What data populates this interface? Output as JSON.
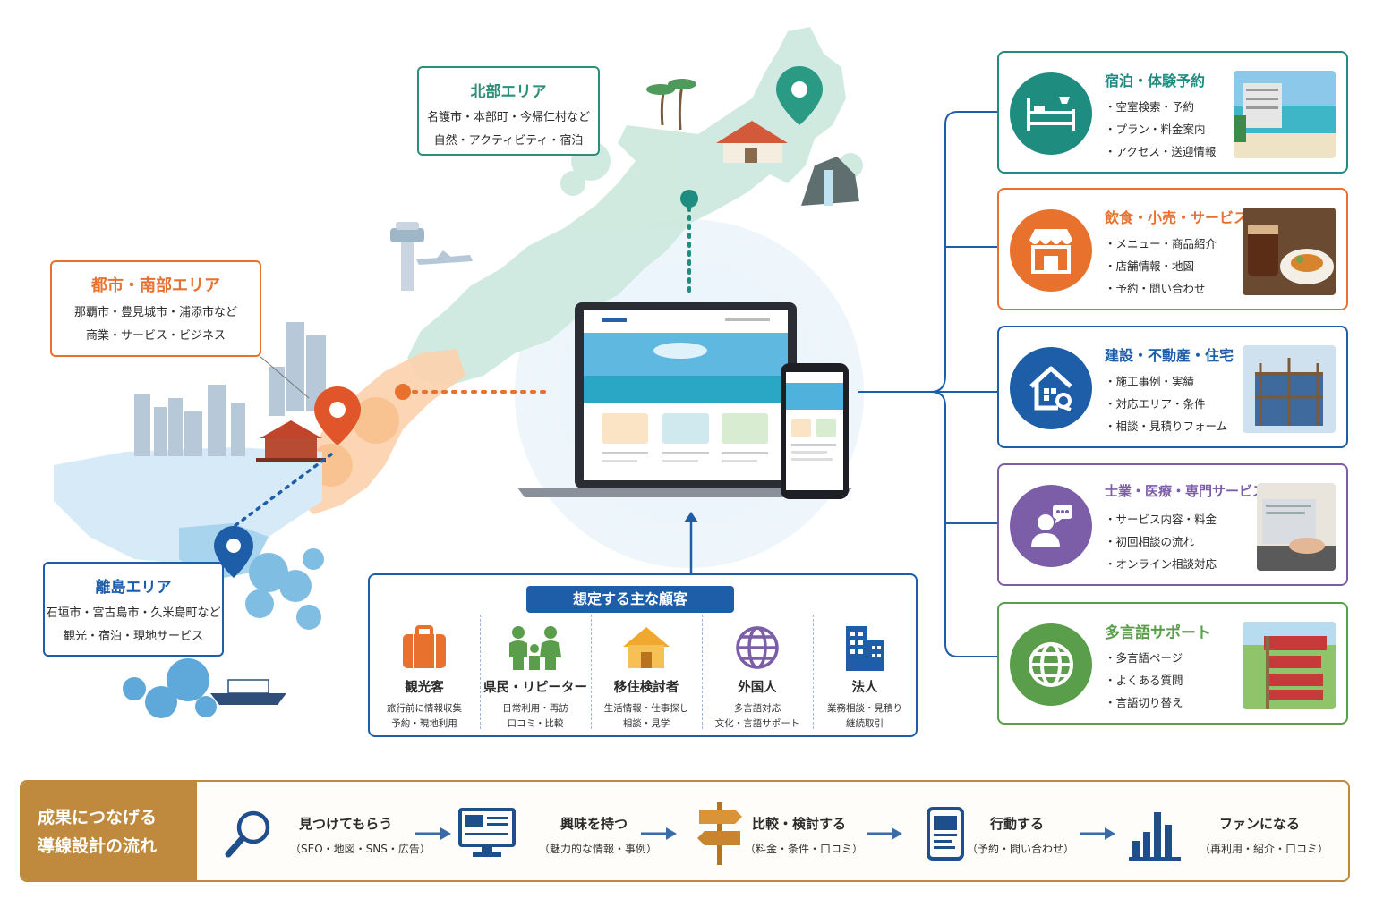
{
  "areas": {
    "north": {
      "title": "北部エリア",
      "line1": "名護市・本部町・今帰仁村など",
      "line2": "自然・アクティビティ・宿泊",
      "color": "#2b8f7a"
    },
    "south": {
      "title": "都市・南部エリア",
      "line1": "那覇市・豊見城市・浦添市など",
      "line2": "商業・サービス・ビジネス",
      "color": "#e8712e"
    },
    "islands": {
      "title": "離島エリア",
      "line1": "石垣市・宮古島市・久米島町など",
      "line2": "観光・宿泊・現地サービス",
      "color": "#1e5ea8"
    }
  },
  "services": [
    {
      "title": "宿泊・体験予約",
      "items": [
        "空室検索・予約",
        "プラン・料金案内",
        "アクセス・送迎情報"
      ],
      "color": "#1f8c80",
      "icon": "bed-icon"
    },
    {
      "title": "飲食・小売・サービス",
      "items": [
        "メニュー・商品紹介",
        "店舗情報・地図",
        "予約・問い合わせ"
      ],
      "color": "#e8712e",
      "icon": "shop-icon"
    },
    {
      "title": "建設・不動産・住宅",
      "items": [
        "施工事例・実績",
        "対応エリア・条件",
        "相談・見積りフォーム"
      ],
      "color": "#1e5ea8",
      "icon": "house-key-icon"
    },
    {
      "title": "士業・医療・専門サービス",
      "items": [
        "サービス内容・料金",
        "初回相談の流れ",
        "オンライン相談対応"
      ],
      "color": "#7b5ea7",
      "icon": "consult-icon"
    },
    {
      "title": "多言語サポート",
      "items": [
        "多言語ページ",
        "よくある質問",
        "言語切り替え"
      ],
      "color": "#5a9e4b",
      "icon": "globe-icon"
    }
  ],
  "customers": {
    "title": "想定する主な顧客",
    "items": [
      {
        "name": "観光客",
        "l1": "旅行前に情報収集",
        "l2": "予約・現地利用",
        "color": "#e8712e"
      },
      {
        "name": "県民・リピーター",
        "l1": "日常利用・再訪",
        "l2": "口コミ・比較",
        "color": "#5a9e4b"
      },
      {
        "name": "移住検討者",
        "l1": "生活情報・仕事探し",
        "l2": "相談・見学",
        "color": "#f0a830"
      },
      {
        "name": "外国人",
        "l1": "多言語対応",
        "l2": "文化・言語サポート",
        "color": "#7b5ea7"
      },
      {
        "name": "法人",
        "l1": "業務相談・見積り",
        "l2": "継続取引",
        "color": "#1e5ea8"
      }
    ]
  },
  "flow": {
    "title_line1": "成果につなげる",
    "title_line2": "導線設計の流れ",
    "steps": [
      {
        "a": "見つけてもらう",
        "b": "（SEO・地図・SNS・広告）",
        "icon": "search-icon"
      },
      {
        "a": "興味を持つ",
        "b": "（魅力的な情報・事例）",
        "icon": "monitor-icon"
      },
      {
        "a": "比較・検討する",
        "b": "（料金・条件・口コミ）",
        "icon": "signpost-icon"
      },
      {
        "a": "行動する",
        "b": "（予約・問い合わせ）",
        "icon": "tablet-icon"
      },
      {
        "a": "ファンになる",
        "b": "（再利用・紹介・口コミ）",
        "icon": "bar-chart-icon"
      }
    ]
  }
}
